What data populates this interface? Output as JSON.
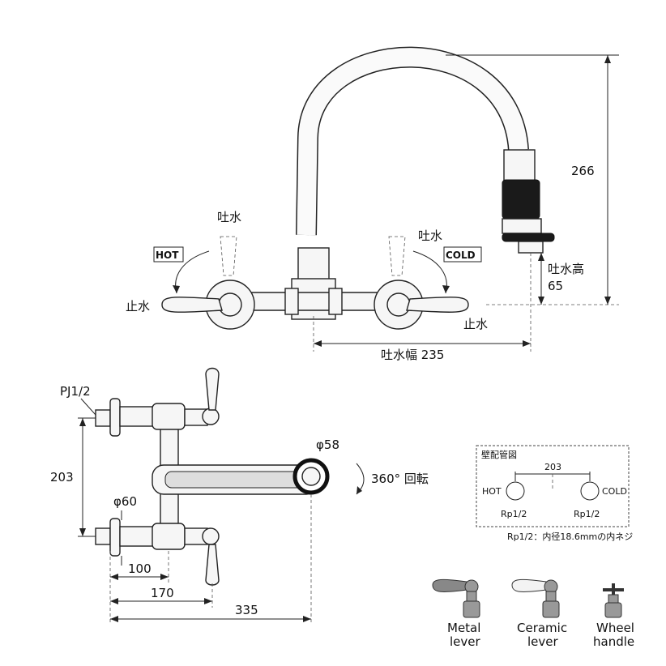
{
  "front_view": {
    "label_spout_left": "吐水",
    "label_spout_right": "吐水",
    "label_hot": "HOT",
    "label_cold": "COLD",
    "label_stop_left": "止水",
    "label_stop_right": "止水",
    "dim_height": "266",
    "dim_spout_height_label": "吐水高",
    "dim_spout_height_value": "65",
    "dim_spout_width": "吐水幅 235"
  },
  "top_view": {
    "label_thread": "PJ1/2",
    "dim_center": "203",
    "dim_flange": "φ60",
    "dim_spout_dia": "φ58",
    "label_rotation": "360° 回転",
    "dim_100": "100",
    "dim_170": "170",
    "dim_335": "335"
  },
  "wall_piping": {
    "title": "壁配管図",
    "spacing": "203",
    "hot": "HOT",
    "cold": "COLD",
    "rp_left": "Rp1/2",
    "rp_right": "Rp1/2",
    "note": "Rp1/2：内径18.6mmの内ネジ"
  },
  "handle_options": [
    {
      "line1": "Metal",
      "line2": "lever"
    },
    {
      "line1": "Ceramic",
      "line2": "lever"
    },
    {
      "line1": "Wheel",
      "line2": "handle"
    }
  ]
}
